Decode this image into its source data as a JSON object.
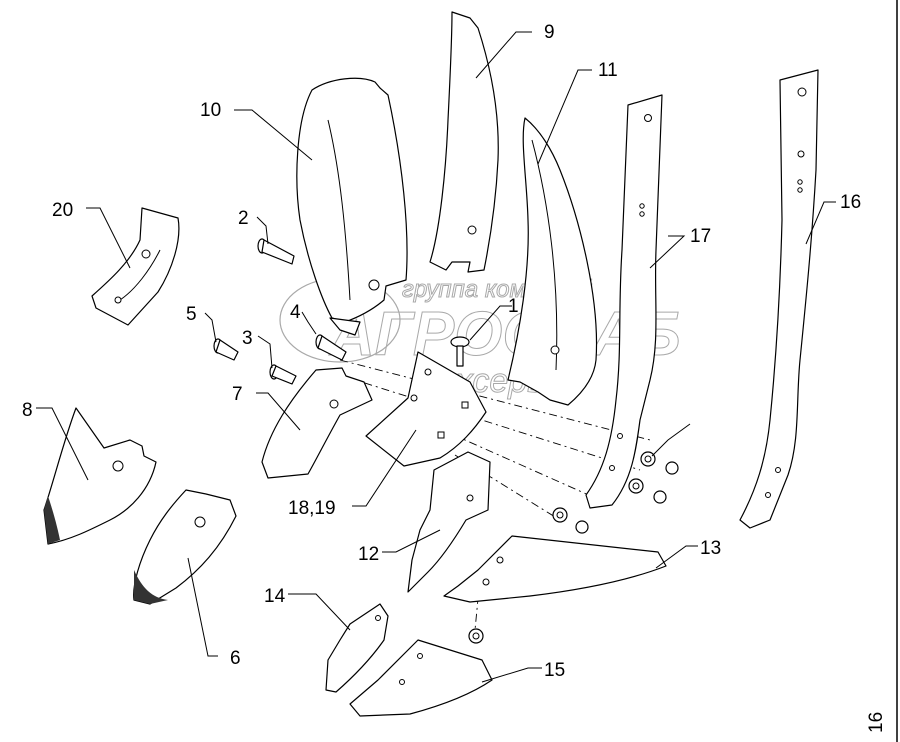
{
  "diagram": {
    "corner_mark": "16",
    "watermark": {
      "line1": "группа компаний",
      "line2": "АГРОСНАБ",
      "line3": "техсервис"
    },
    "callouts": [
      {
        "id": "c1",
        "label": "1"
      },
      {
        "id": "c2",
        "label": "2"
      },
      {
        "id": "c3",
        "label": "3"
      },
      {
        "id": "c4",
        "label": "4"
      },
      {
        "id": "c5",
        "label": "5"
      },
      {
        "id": "c6",
        "label": "6"
      },
      {
        "id": "c7",
        "label": "7"
      },
      {
        "id": "c8",
        "label": "8"
      },
      {
        "id": "c9",
        "label": "9"
      },
      {
        "id": "c10",
        "label": "10"
      },
      {
        "id": "c11",
        "label": "11"
      },
      {
        "id": "c12",
        "label": "12"
      },
      {
        "id": "c13",
        "label": "13"
      },
      {
        "id": "c14",
        "label": "14"
      },
      {
        "id": "c15",
        "label": "15"
      },
      {
        "id": "c16",
        "label": "16"
      },
      {
        "id": "c17",
        "label": "17"
      },
      {
        "id": "c1819",
        "label": "18,19"
      },
      {
        "id": "c20",
        "label": "20"
      }
    ]
  }
}
